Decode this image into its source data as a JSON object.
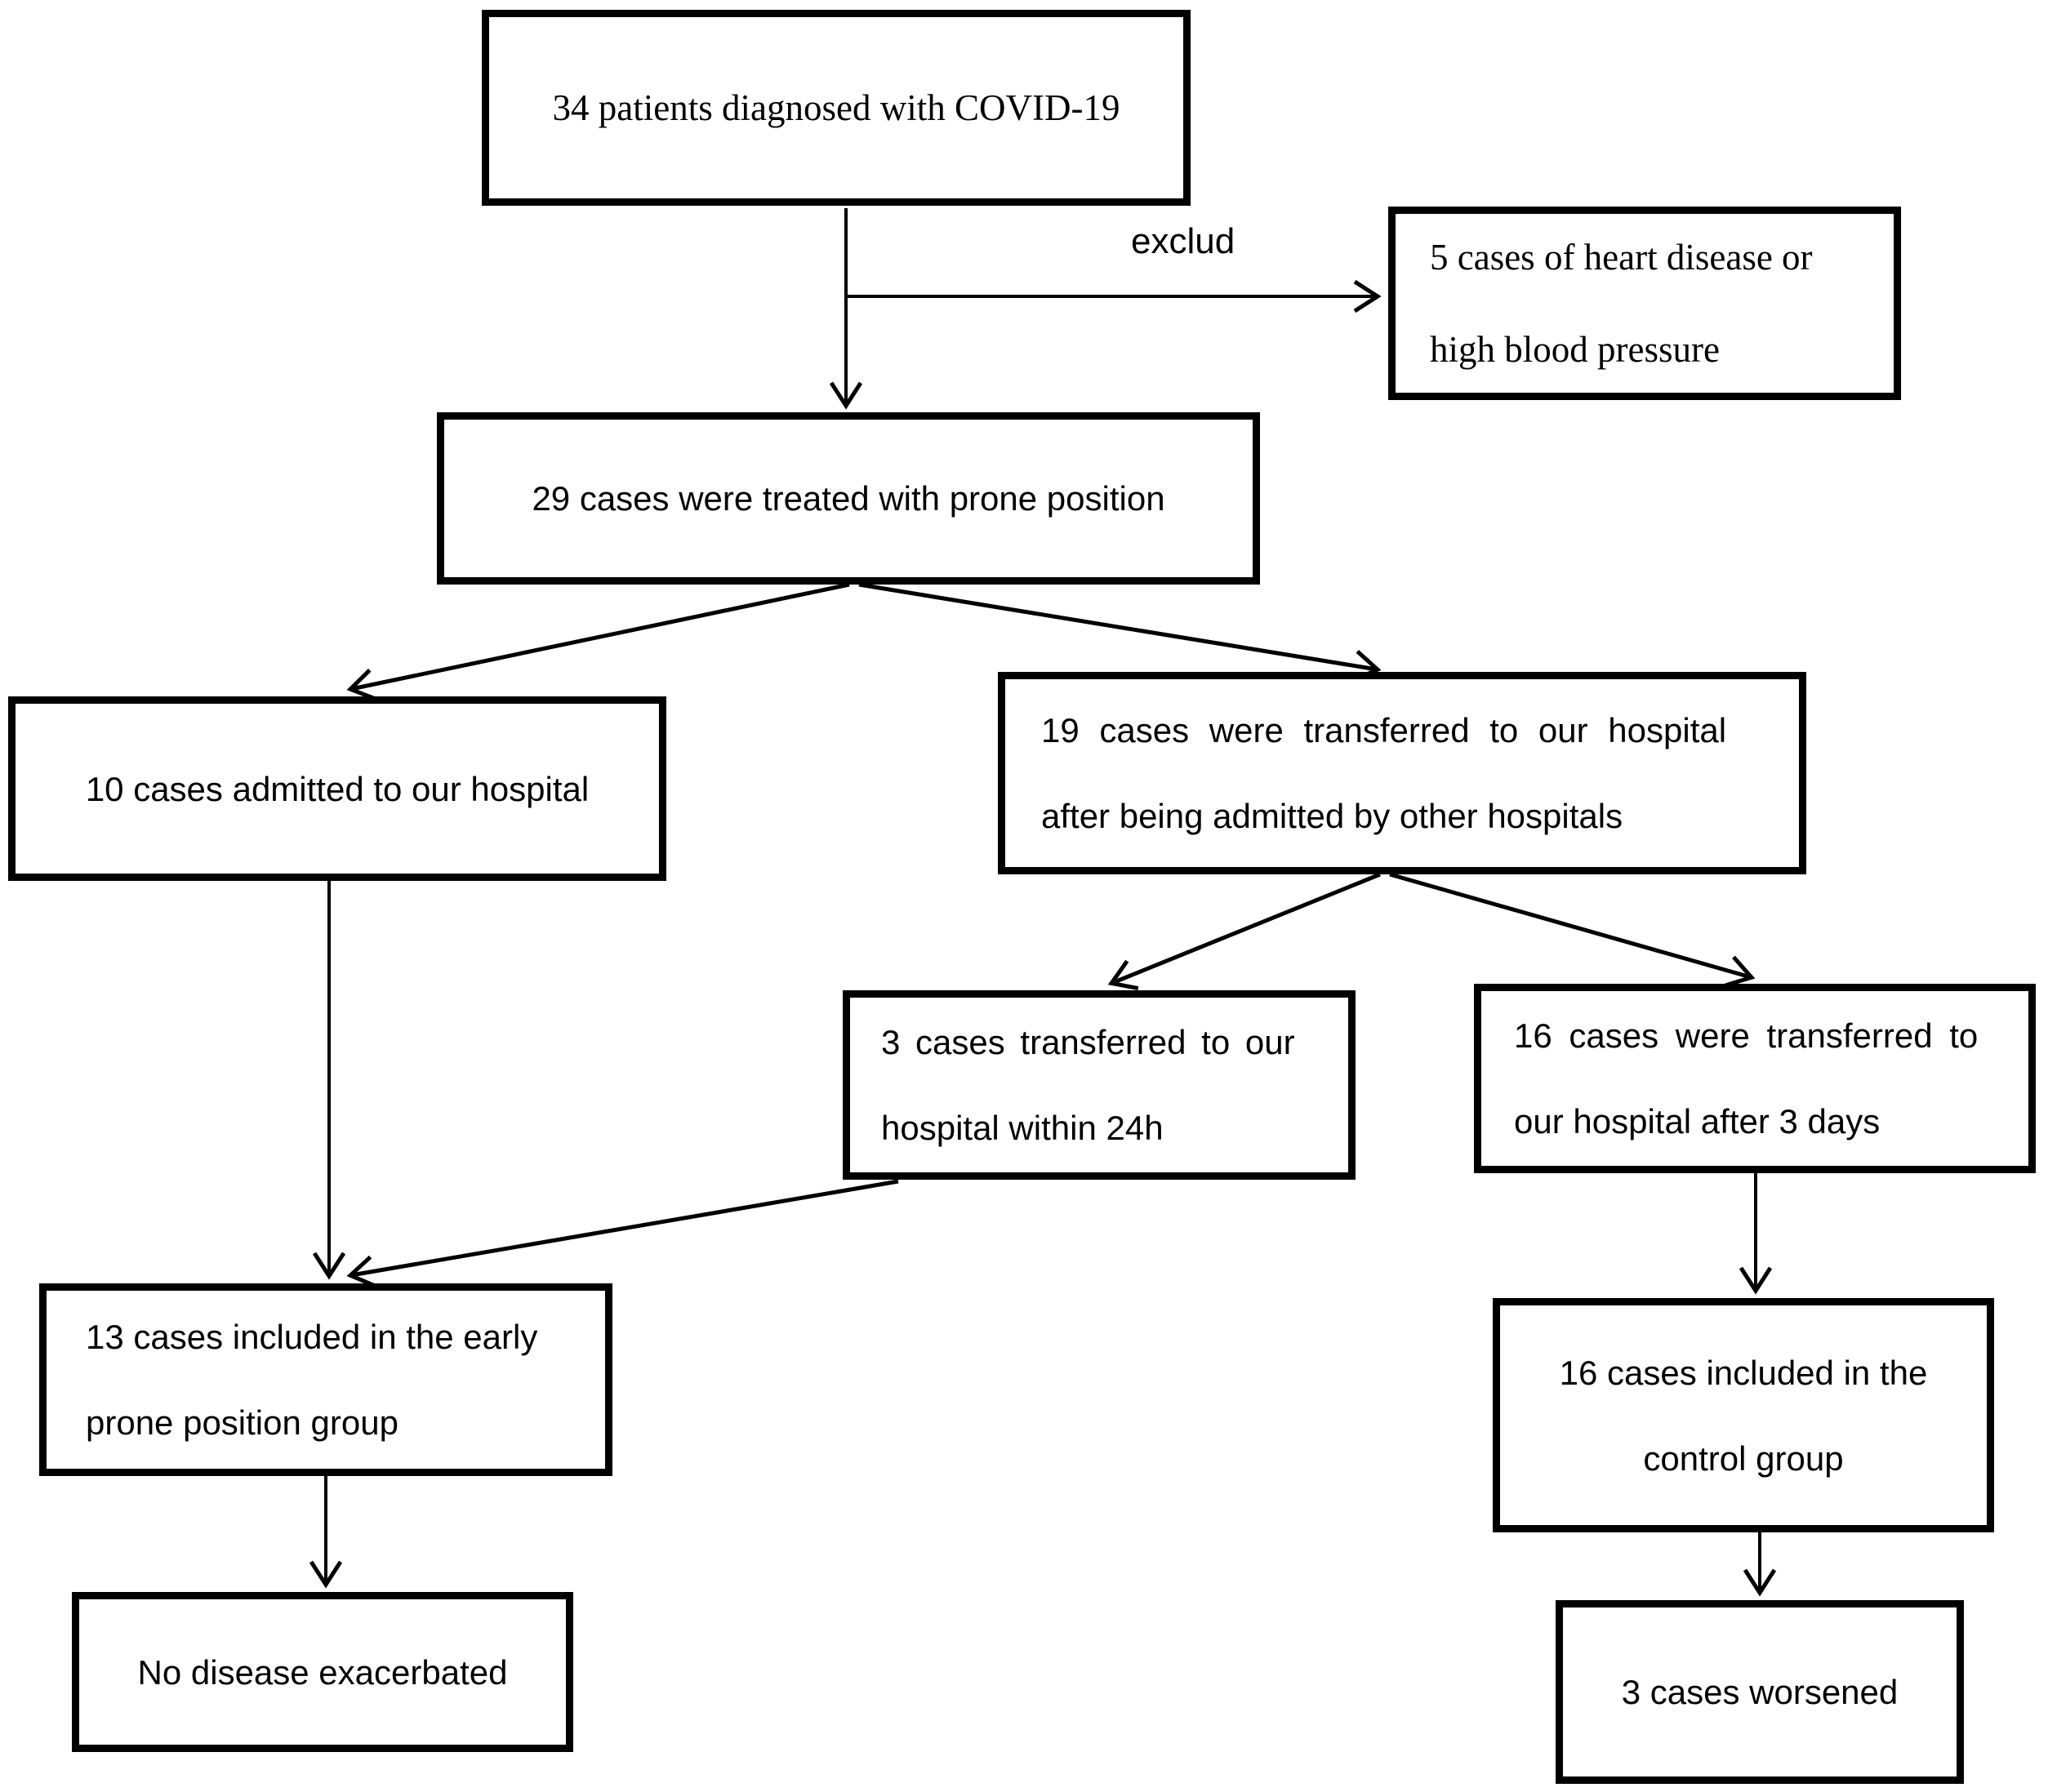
{
  "figure": {
    "background_color": "#ffffff",
    "line_color": "#000000",
    "text_color": "#000000"
  },
  "flowchart": {
    "nodes": {
      "diagnosed": {
        "text": "34 patients diagnosed with COVID-19"
      },
      "excluded": {
        "line1": "5 cases of heart disease or",
        "line2": "high blood pressure"
      },
      "prone": {
        "text": "29 cases were treated with prone position"
      },
      "admitted": {
        "text": "10 cases admitted to our hospital"
      },
      "transferred": {
        "line1": "19 cases were transferred to our hospital",
        "line2": "after being admitted by other hospitals"
      },
      "within24h": {
        "line1": "3 cases transferred to our",
        "line2": "hospital within 24h"
      },
      "after3days": {
        "line1": "16 cases were transferred to",
        "line2": "our hospital after 3 days"
      },
      "earlyGroup": {
        "line1": "13 cases included in the early",
        "line2": "prone position group"
      },
      "controlGroup": {
        "line1": "16 cases included in the",
        "line2": "control group"
      },
      "noExacerbated": {
        "text": "No disease exacerbated"
      },
      "worsened": {
        "text": "3 cases worsened"
      }
    },
    "edge_labels": {
      "exclude": "exclud"
    }
  }
}
